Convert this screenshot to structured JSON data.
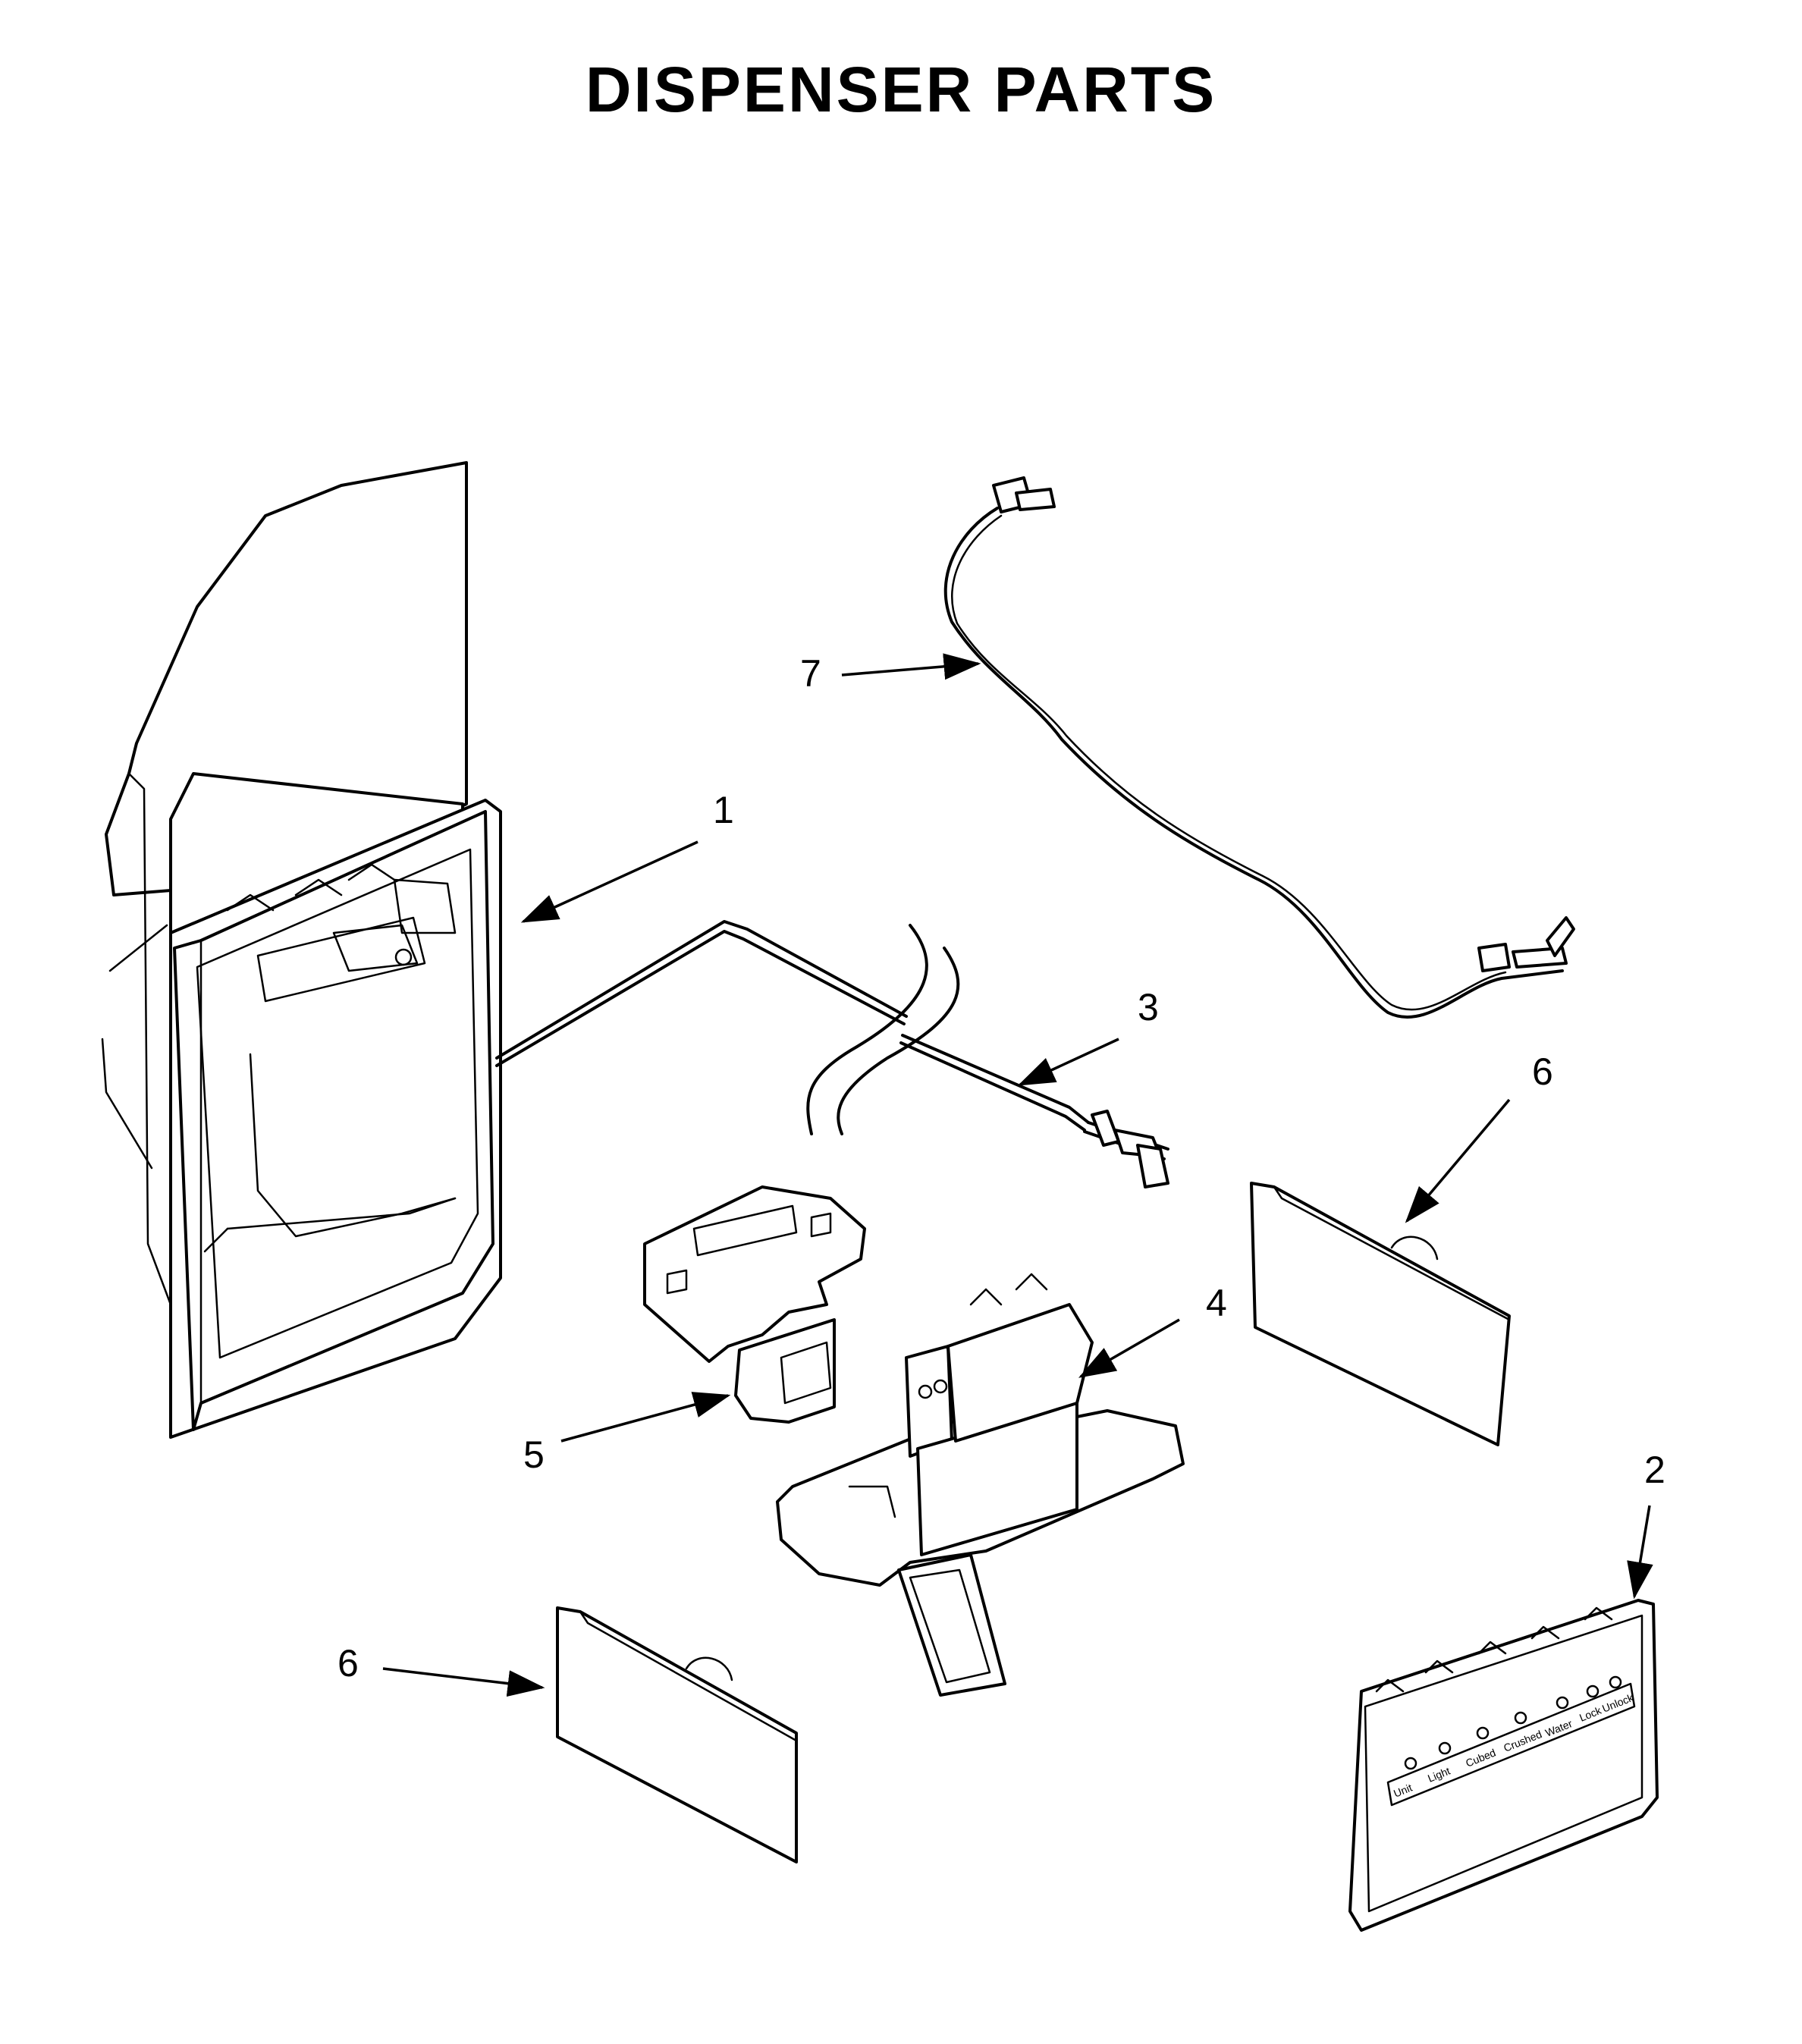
{
  "title": "DISPENSER PARTS",
  "callouts": {
    "c1": "1",
    "c2": "2",
    "c3": "3",
    "c4": "4",
    "c5": "5",
    "c6a": "6",
    "c6b": "6",
    "c7": "7"
  },
  "control_panel_labels": [
    "Unit",
    "Light",
    "Cubed",
    "Crushed",
    "Water",
    "Lock",
    "Unlock"
  ]
}
